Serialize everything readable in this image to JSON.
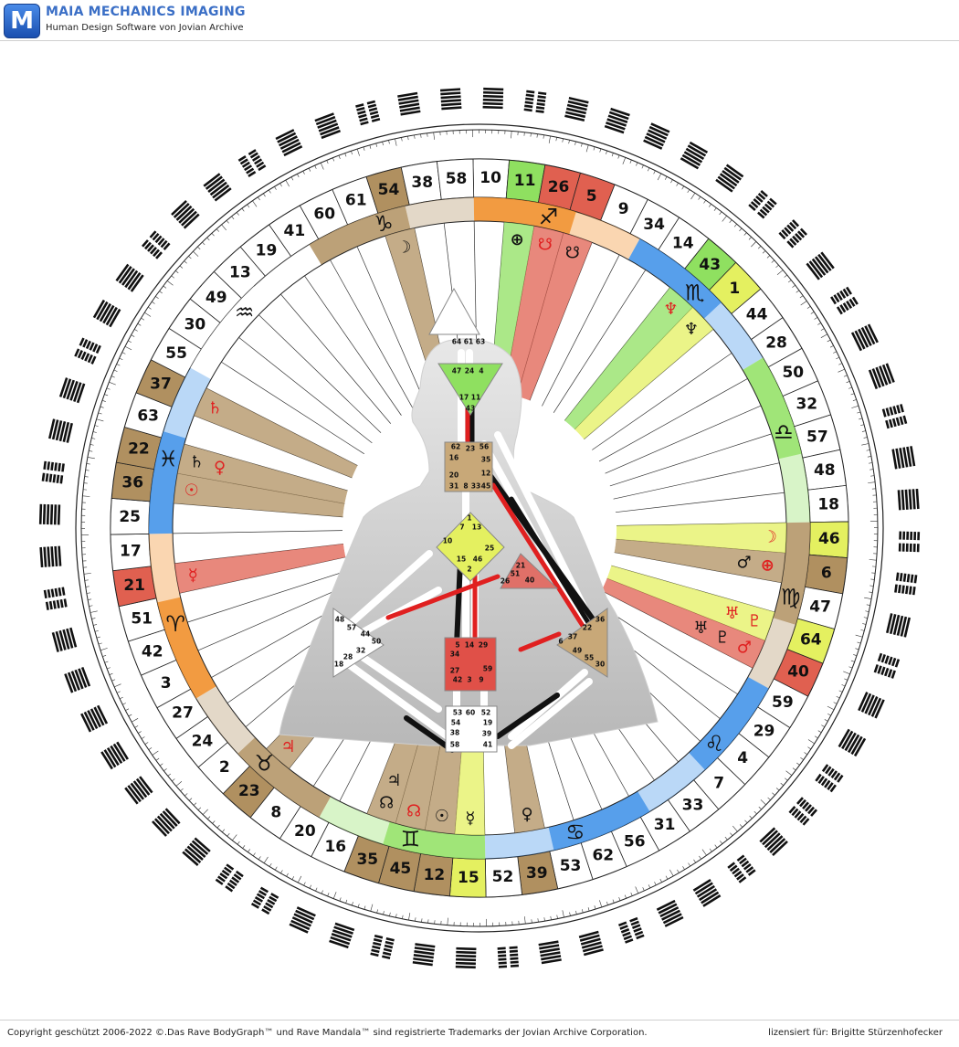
{
  "app": {
    "logo_letter": "M",
    "title": "MAIA MECHANICS IMAGING",
    "subtitle": "Human Design Software von Jovian Archive"
  },
  "footer": {
    "copyright": "Copyright geschützt 2006-2022 ©.Das Rave BodyGraph™ und Rave Mandala™ sind registrierte Trademarks der Jovian Archive Corporation.",
    "license": "lizensiert für: Brigitte Stürzenhofecker"
  },
  "colors": {
    "green": "#8fe060",
    "red": "#e06050",
    "yellow": "#e4f060",
    "tan": "#b09060",
    "blue": "#3a8ee8",
    "orange": "#f08a20",
    "design_red": "#e02020",
    "personality_black": "#111111",
    "head": "#8fe060",
    "ajna": "#8fe060",
    "gchild": "#e4f060",
    "sacral": "#e05048",
    "ego": "#e07068",
    "spleen": "#c8a878",
    "throat": "#c8a878"
  },
  "wheel": {
    "start_angle": -91,
    "gates": [
      "10",
      "11",
      "26",
      "5",
      "9",
      "34",
      "14",
      "43",
      "1",
      "44",
      "28",
      "50",
      "32",
      "57",
      "48",
      "18",
      "46",
      "6",
      "47",
      "64",
      "40",
      "59",
      "29",
      "4",
      "7",
      "33",
      "31",
      "56",
      "62",
      "53",
      "39",
      "52",
      "15",
      "12",
      "45",
      "35",
      "16",
      "20",
      "8",
      "23",
      "2",
      "24",
      "27",
      "3",
      "42",
      "51",
      "21",
      "17",
      "25",
      "36",
      "22",
      "63",
      "37",
      "55",
      "30",
      "49",
      "13",
      "19",
      "41",
      "60",
      "61",
      "54",
      "38",
      "58"
    ],
    "gate_highlights": {
      "11": "green",
      "26": "red",
      "5": "red",
      "43": "green",
      "1": "yellow",
      "46": "yellow",
      "6": "tan",
      "64": "yellow",
      "40": "red",
      "39": "tan",
      "15": "yellow",
      "12": "tan",
      "45": "tan",
      "35": "tan",
      "23": "tan",
      "21": "red",
      "36": "tan",
      "22": "tan",
      "37": "tan",
      "54": "tan"
    },
    "signs": [
      {
        "glyph": "♐",
        "color": "orange",
        "deg": -74
      },
      {
        "glyph": "♏",
        "color": "blue",
        "deg": -40
      },
      {
        "glyph": "♎",
        "color": "green",
        "deg": -6
      },
      {
        "glyph": "♍",
        "color": "tan",
        "deg": 22
      },
      {
        "glyph": "♌",
        "color": "blue",
        "deg": 60
      },
      {
        "glyph": "♋",
        "color": "blue",
        "deg": 95
      },
      {
        "glyph": "♊",
        "color": "green",
        "deg": 118
      },
      {
        "glyph": "♉",
        "color": "tan",
        "deg": 145
      },
      {
        "glyph": "♈",
        "color": "orange",
        "deg": 162
      },
      {
        "glyph": "♓",
        "color": "blue",
        "deg": 195
      },
      {
        "glyph": "♒",
        "color": "white",
        "deg": 230
      },
      {
        "glyph": "♑",
        "color": "tan",
        "deg": 255
      }
    ],
    "activations": [
      {
        "gate": "11",
        "glyph": "⊕",
        "who": "p"
      },
      {
        "gate": "26",
        "glyph": "☋",
        "who": "d"
      },
      {
        "gate": "5",
        "glyph": "☋",
        "who": "p"
      },
      {
        "gate": "43",
        "glyph": "♆",
        "who": "d"
      },
      {
        "gate": "1",
        "glyph": "♆",
        "who": "p"
      },
      {
        "gate": "46",
        "glyph": "☽",
        "who": "d"
      },
      {
        "gate": "6",
        "glyph": "⊕",
        "who": "d"
      },
      {
        "gate": "6",
        "glyph": "♂",
        "who": "p"
      },
      {
        "gate": "64",
        "glyph": "♇",
        "who": "d"
      },
      {
        "gate": "64",
        "glyph": "♅",
        "who": "d"
      },
      {
        "gate": "40",
        "glyph": "♂",
        "who": "d"
      },
      {
        "gate": "40",
        "glyph": "♇",
        "who": "p"
      },
      {
        "gate": "40",
        "glyph": "♅",
        "who": "p"
      },
      {
        "gate": "39",
        "glyph": "♀",
        "who": "p"
      },
      {
        "gate": "15",
        "glyph": "☿",
        "who": "p"
      },
      {
        "gate": "12",
        "glyph": "☉",
        "who": "p"
      },
      {
        "gate": "45",
        "glyph": "☊",
        "who": "d"
      },
      {
        "gate": "35",
        "glyph": "☊",
        "who": "p"
      },
      {
        "gate": "35",
        "glyph": "♃",
        "who": "p"
      },
      {
        "gate": "23",
        "glyph": "♃",
        "who": "d"
      },
      {
        "gate": "21",
        "glyph": "☿",
        "who": "d"
      },
      {
        "gate": "36",
        "glyph": "☉",
        "who": "d"
      },
      {
        "gate": "22",
        "glyph": "♄",
        "who": "p"
      },
      {
        "gate": "22",
        "glyph": "♀",
        "who": "d"
      },
      {
        "gate": "37",
        "glyph": "♄",
        "who": "d"
      },
      {
        "gate": "54",
        "glyph": "☽",
        "who": "p"
      }
    ]
  },
  "bodygraph": {
    "head_gates": [
      "64",
      "61",
      "63"
    ],
    "ajna_gates": [
      "47",
      "24",
      "4",
      "17",
      "11",
      "43"
    ],
    "throat_gates": [
      "62",
      "23",
      "56",
      "16",
      "35",
      "20",
      "12",
      "31",
      "8",
      "33",
      "45"
    ],
    "g_gates": [
      "1",
      "7",
      "13",
      "10",
      "25",
      "15",
      "46",
      "2"
    ],
    "ego_gates": [
      "21",
      "51",
      "26",
      "40"
    ],
    "sacral_gates": [
      "5",
      "14",
      "29",
      "34",
      "27",
      "59",
      "42",
      "3",
      "9"
    ],
    "root_gates": [
      "53",
      "60",
      "52",
      "54",
      "19",
      "38",
      "39",
      "58",
      "41"
    ],
    "spleen_gates": [
      "48",
      "57",
      "44",
      "50",
      "32",
      "28",
      "18"
    ],
    "solar_gates": [
      "36",
      "22",
      "37",
      "6",
      "49",
      "55",
      "30"
    ]
  }
}
